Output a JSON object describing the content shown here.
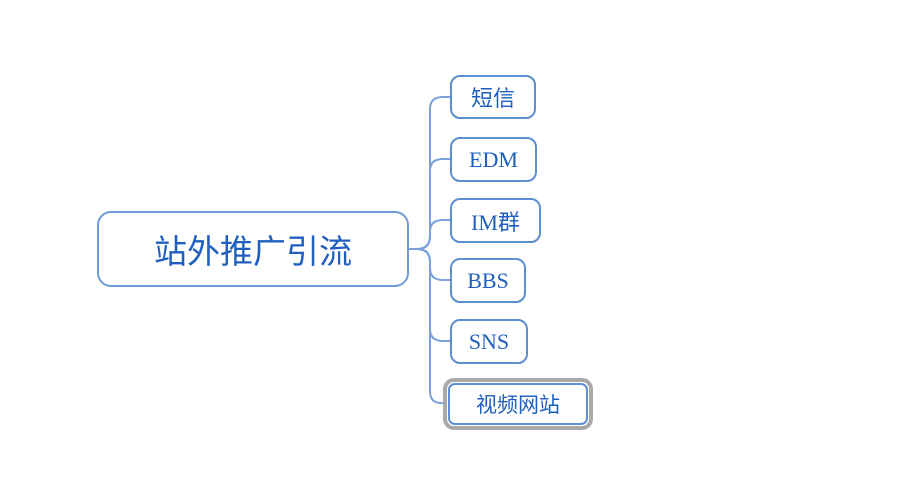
{
  "mindmap": {
    "type": "mindmap",
    "root": {
      "label": "站外推广引流"
    },
    "children": [
      {
        "label": "短信",
        "selected": false
      },
      {
        "label": "EDM",
        "selected": false
      },
      {
        "label": "IM群",
        "selected": false
      },
      {
        "label": "BBS",
        "selected": false
      },
      {
        "label": "SNS",
        "selected": false
      },
      {
        "label": "视频网站",
        "selected": true
      }
    ],
    "colors": {
      "node_border": "#5b8fd0",
      "node_text": "#1f5fbf",
      "connector": "#7aa2da",
      "selection_border": "#a9a9a9",
      "background": "#ffffff"
    }
  }
}
